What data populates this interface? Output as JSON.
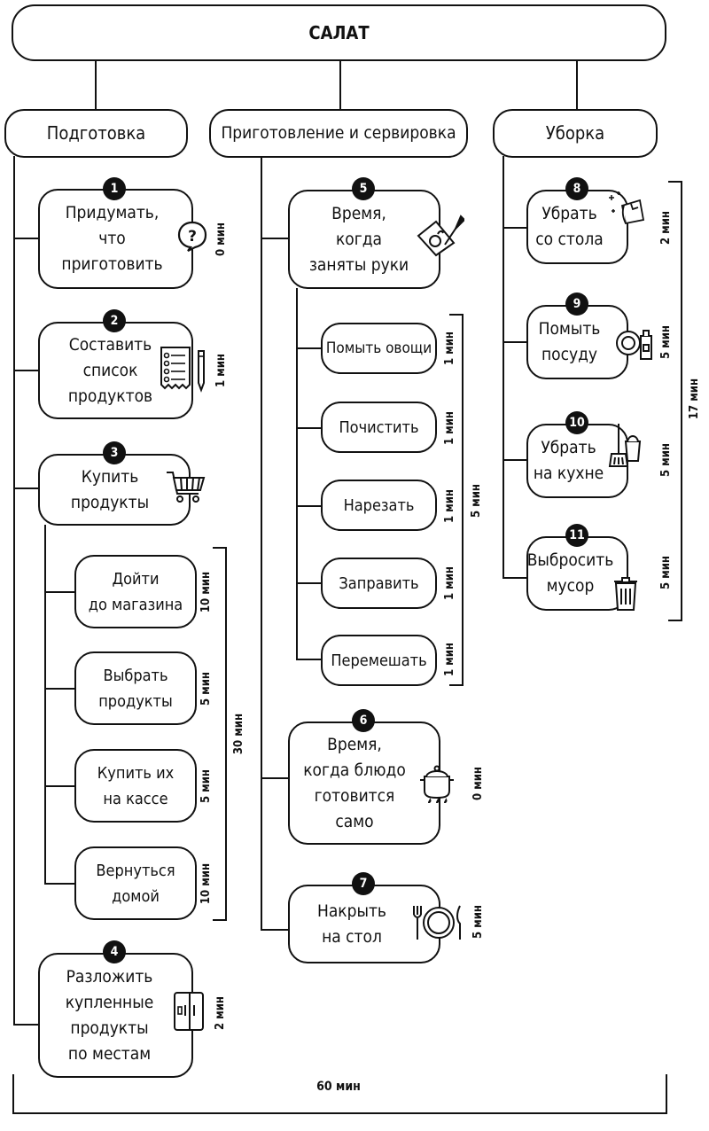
{
  "title": "САЛАТ",
  "total": "60 мин",
  "columns": [
    {
      "label": "Подготовка"
    },
    {
      "label": "Приготовление и сервировка"
    },
    {
      "label": "Уборка"
    }
  ],
  "steps": [
    {
      "num": "1",
      "lines": [
        "Придумать,",
        "что",
        "приготовить"
      ],
      "duration": "0 мин",
      "icon": "question-icon"
    },
    {
      "num": "2",
      "lines": [
        "Составить",
        "список",
        "продуктов"
      ],
      "duration": "1 мин",
      "icon": "shopping-list-icon"
    },
    {
      "num": "3",
      "lines": [
        "Купить",
        "продукты"
      ],
      "icon": "cart-icon"
    },
    {
      "num": "4",
      "lines": [
        "Разложить",
        "купленные",
        "продукты",
        "по местам"
      ],
      "duration": "2 мин",
      "icon": "fridge-icon"
    },
    {
      "num": "5",
      "lines": [
        "Время,",
        "когда",
        "заняты руки"
      ],
      "icon": "cutting-board-icon"
    },
    {
      "num": "6",
      "lines": [
        "Время,",
        "когда блюдо",
        "готовится",
        "само"
      ],
      "duration": "0 мин",
      "icon": "pot-icon"
    },
    {
      "num": "7",
      "lines": [
        "Накрыть",
        "на стол"
      ],
      "duration": "5 мин",
      "icon": "plate-icon"
    },
    {
      "num": "8",
      "lines": [
        "Убрать",
        "со стола"
      ],
      "duration": "2 мин",
      "icon": "wiping-cloth-icon"
    },
    {
      "num": "9",
      "lines": [
        "Помыть",
        "посуду"
      ],
      "duration": "5 мин",
      "icon": "dishwashing-icon"
    },
    {
      "num": "10",
      "lines": [
        "Убрать",
        "на кухне"
      ],
      "duration": "5 мин",
      "icon": "broom-bucket-icon"
    },
    {
      "num": "11",
      "lines": [
        "Выбросить",
        "мусор"
      ],
      "duration": "5 мин",
      "icon": "trash-bin-icon"
    }
  ],
  "shopping_substeps": [
    {
      "lines": [
        "Дойти",
        "до магазина"
      ],
      "duration": "10 мин"
    },
    {
      "lines": [
        "Выбрать",
        "продукты"
      ],
      "duration": "5 мин"
    },
    {
      "lines": [
        "Купить их",
        "на кассе"
      ],
      "duration": "5 мин"
    },
    {
      "lines": [
        "Вернуться",
        "домой"
      ],
      "duration": "10 мин"
    }
  ],
  "shopping_total": "30 мин",
  "cooking_substeps": [
    {
      "label": "Помыть овощи",
      "duration": "1 мин"
    },
    {
      "label": "Почистить",
      "duration": "1 мин"
    },
    {
      "label": "Нарезать",
      "duration": "1 мин"
    },
    {
      "label": "Заправить",
      "duration": "1 мин"
    },
    {
      "label": "Перемешать",
      "duration": "1 мин"
    }
  ],
  "cooking_total": "5 мин",
  "cleanup_total": "17 мин"
}
